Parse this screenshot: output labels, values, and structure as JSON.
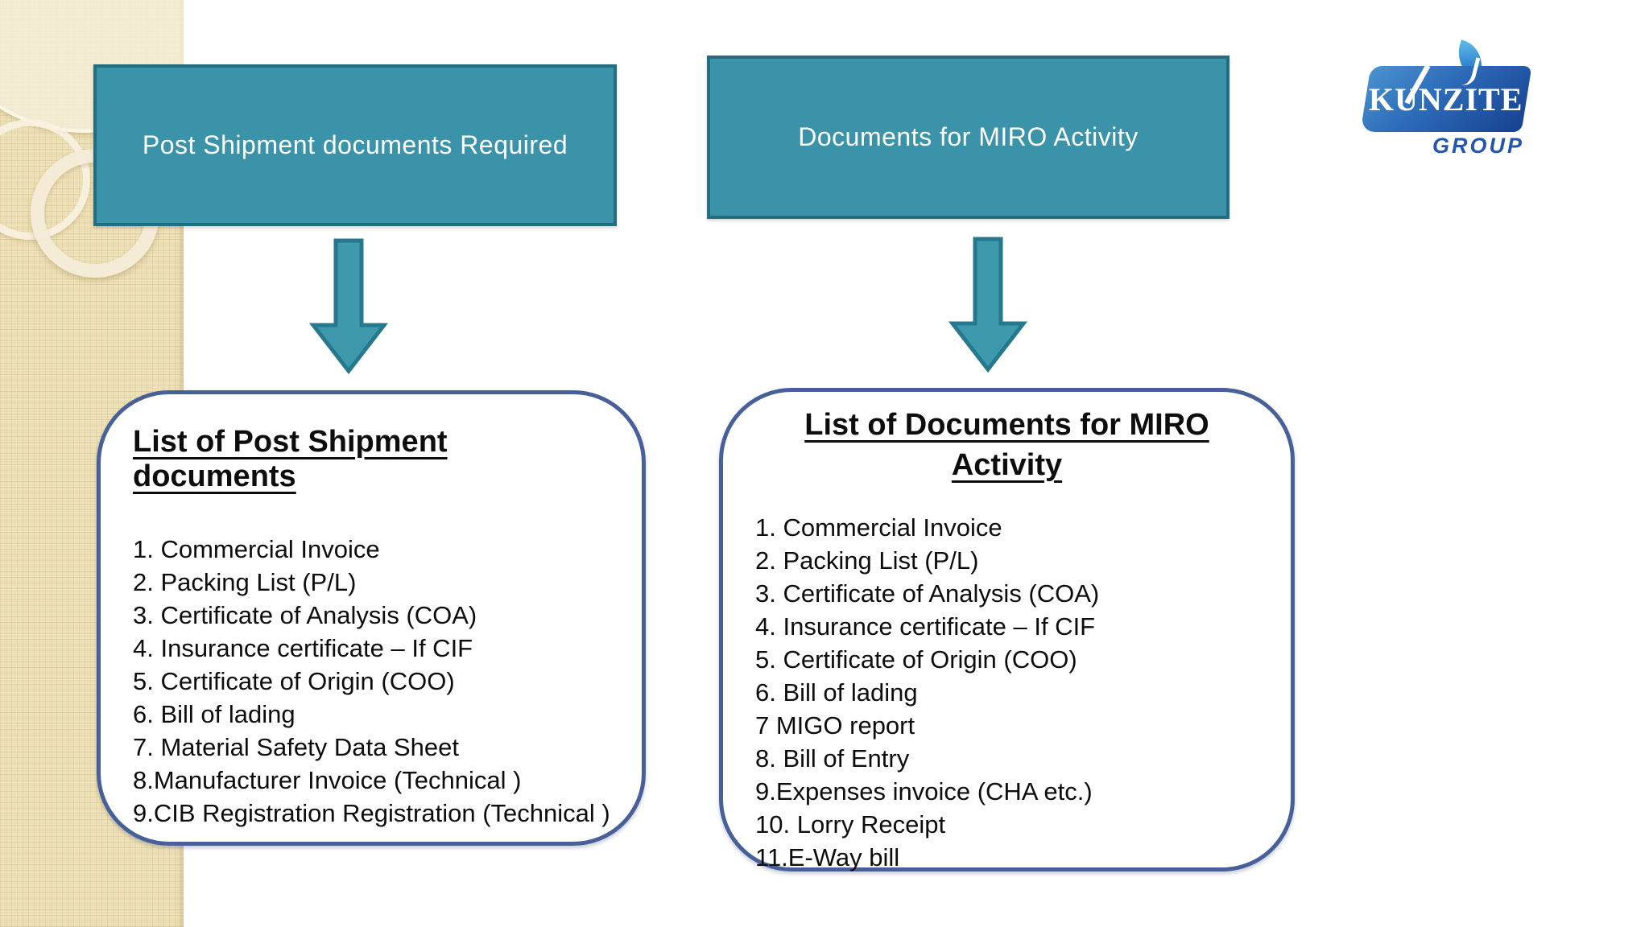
{
  "slide": {
    "flow": {
      "left": {
        "header": "Post Shipment documents Required",
        "panel_title": "List of Post Shipment documents",
        "items": [
          "1. Commercial Invoice",
          "2. Packing List (P/L)",
          "3. Certificate of Analysis (COA)",
          "4. Insurance certificate – If CIF",
          "5. Certificate of Origin (COO)",
          "6. Bill of lading",
          "7. Material Safety Data Sheet",
          "8.Manufacturer Invoice (Technical )",
          "9.CIB Registration Registration (Technical )"
        ]
      },
      "right": {
        "header": "Documents for MIRO Activity",
        "panel_title_line1": "List of Documents for MIRO",
        "panel_title_line2": "Activity",
        "items": [
          "1. Commercial Invoice",
          "2. Packing List (P/L)",
          "3. Certificate of Analysis (COA)",
          "4. Insurance certificate – If CIF",
          "5. Certificate of Origin (COO)",
          "6. Bill of lading",
          "7 MIGO report",
          "8. Bill of Entry",
          "9.Expenses invoice (CHA etc.)",
          "10. Lorry Receipt",
          "11.E-Way bill"
        ]
      }
    },
    "logo": {
      "brand": "KUNZITE",
      "sub": "GROUP"
    },
    "colors": {
      "teal_fill": "#3A93A8",
      "teal_border": "#226E80",
      "arrow_fill": "#3E99AD",
      "arrow_border": "#26798C",
      "panel_border": "#47609A",
      "sidebar_beige": "#ECDFB3",
      "logo_blue_dark": "#16418F",
      "logo_blue_light": "#4A93CF"
    }
  }
}
